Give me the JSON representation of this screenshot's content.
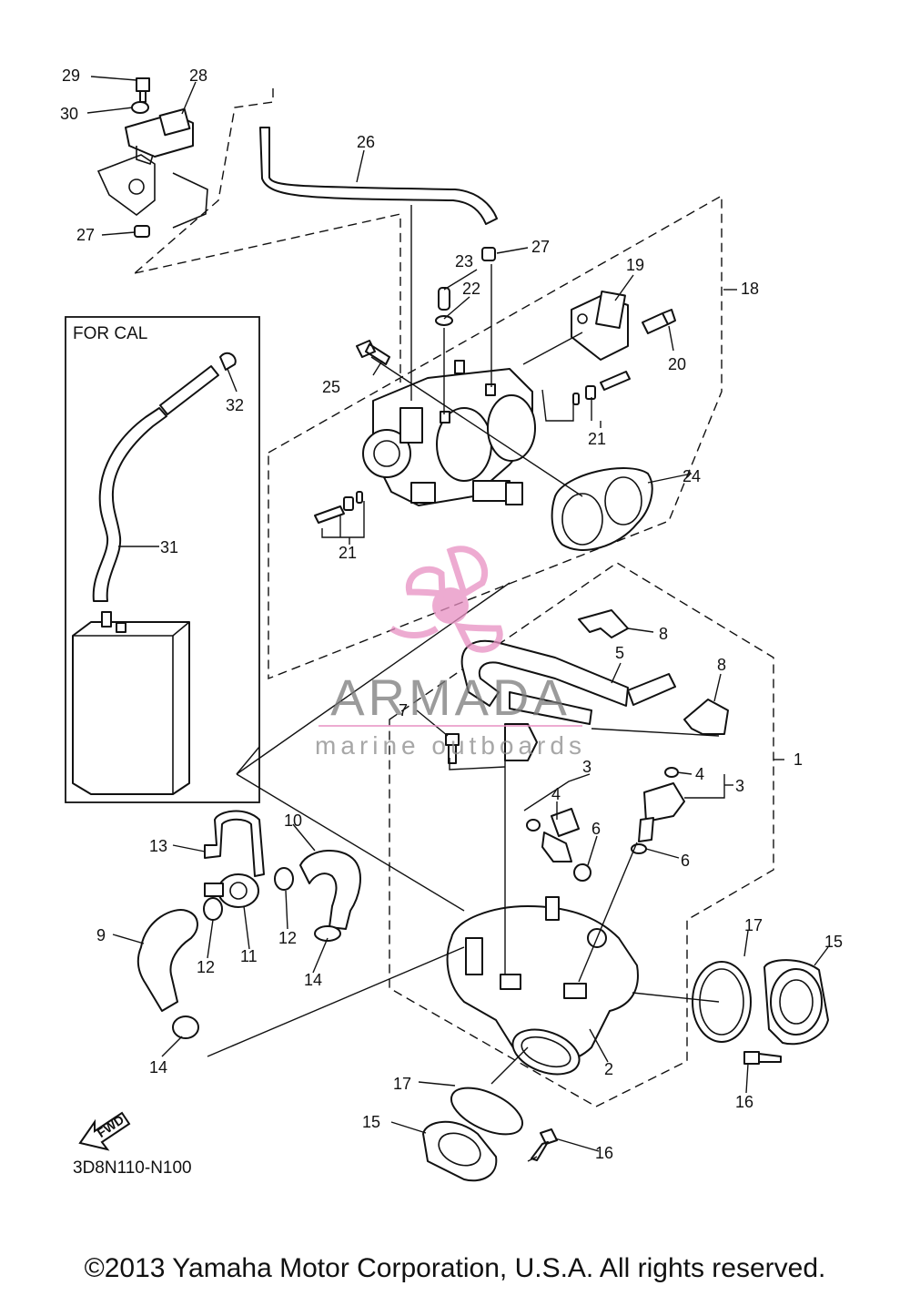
{
  "diagram": {
    "box_label": "FOR CAL",
    "diagram_code": "3D8N110-N100",
    "fwd_label": "FWD",
    "copyright": "©2013 Yamaha Motor Corporation, U.S.A. All rights reserved.",
    "watermark": {
      "name": "ARMADA",
      "tagline": "marine outboards",
      "accent_color": "#e88fc2"
    },
    "part_numbers": [
      "1",
      "2",
      "3",
      "3",
      "4",
      "4",
      "5",
      "6",
      "6",
      "7",
      "8",
      "8",
      "9",
      "10",
      "11",
      "12",
      "12",
      "13",
      "14",
      "14",
      "15",
      "15",
      "16",
      "16",
      "17",
      "17",
      "18",
      "19",
      "20",
      "21",
      "21",
      "22",
      "23",
      "24",
      "25",
      "26",
      "27",
      "27",
      "28",
      "29",
      "30",
      "31",
      "32"
    ]
  }
}
